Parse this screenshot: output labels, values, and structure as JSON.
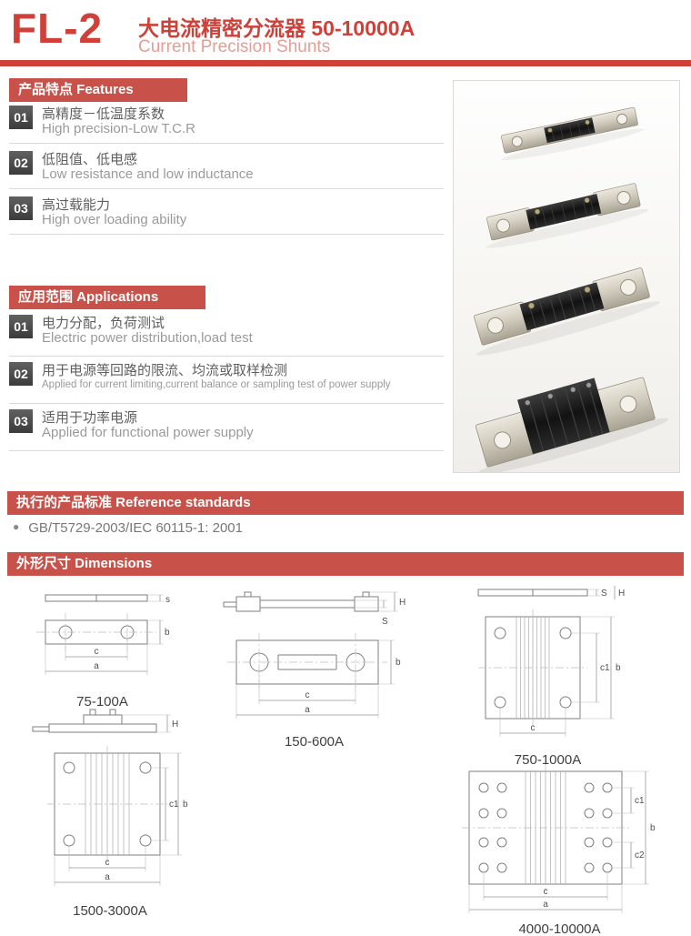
{
  "header": {
    "model": "FL-2",
    "title_cn": "大电流精密分流器 50-10000A",
    "title_en": "Current Precision Shunts"
  },
  "features": {
    "heading": "产品特点 Features",
    "items": [
      {
        "num": "01",
        "cn": "高精度－低温度系数",
        "en": "High precision-Low T.C.R"
      },
      {
        "num": "02",
        "cn": "低阻值、低电感",
        "en": "Low resistance and low inductance"
      },
      {
        "num": "03",
        "cn": "高过载能力",
        "en": "High over loading ability"
      }
    ]
  },
  "applications": {
    "heading": "应用范围 Applications",
    "items": [
      {
        "num": "01",
        "cn": "电力分配，负荷测试",
        "en": "Electric power distribution,load test"
      },
      {
        "num": "02",
        "cn": "用于电源等回路的限流、均流或取样检测",
        "en": "Applied for current limiting,current balance or sampling test of power supply"
      },
      {
        "num": "03",
        "cn": "适用于功率电源",
        "en": "Applied for functional power supply"
      }
    ]
  },
  "standards": {
    "heading": "执行的产品标准 Reference standards",
    "bullet": "●",
    "item": "GB/T5729-2003/IEC 60115-1: 2001"
  },
  "dimensions": {
    "heading": "外形尺寸 Dimensions",
    "d1": {
      "label": "75-100A",
      "s": "s",
      "b": "b",
      "c": "c",
      "a": "a"
    },
    "d2": {
      "label": "150-600A",
      "H": "H",
      "S": "S",
      "b": "b",
      "c": "c",
      "a": "a"
    },
    "d3": {
      "label": "750-1000A",
      "S": "S",
      "H": "H",
      "c1": "c1",
      "b": "b",
      "c": "c"
    },
    "d4": {
      "label": "1500-3000A",
      "H": "H",
      "c1": "c1",
      "b": "b",
      "c": "c",
      "a": "a"
    },
    "d5": {
      "label": "4000-10000A",
      "c1": "c1",
      "c2": "c2",
      "b": "b",
      "c": "c",
      "a": "a"
    }
  },
  "colors": {
    "accent_red": "#cf4038",
    "banner_red": "#c8524a",
    "light_red": "#e59d95",
    "badge_gray": "#4e4e4e",
    "text_gray": "#5f5f5f"
  }
}
